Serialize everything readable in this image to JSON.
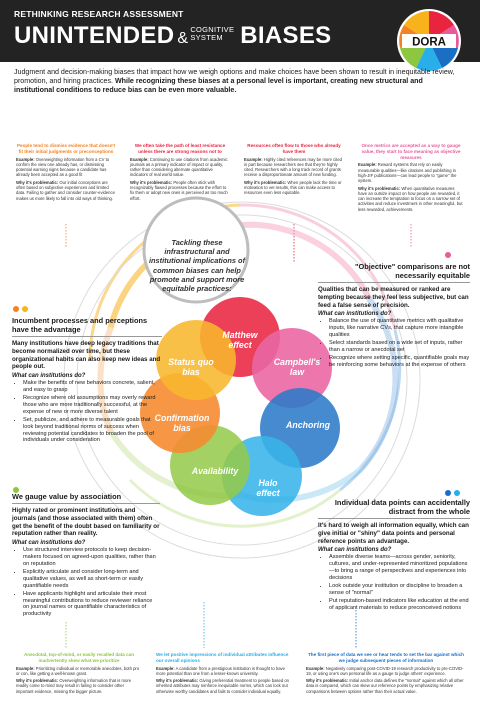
{
  "header": {
    "kicker": "RETHINKING RESEARCH ASSESSMENT",
    "title_left": "UNINTENDED",
    "amp": "&",
    "cs_line1": "COGNITIVE",
    "cs_line2": "SYSTEM",
    "title_right": "BIASES",
    "logo_text": "DORA"
  },
  "intro": {
    "normal": "Judgment and decision-making biases that impact how we weigh options and make choices have been shown to result in inequitable review, promotion, and hiring practices. ",
    "bold": "While recognizing these biases at a personal level is important, creating new structural and institutional conditions to reduce bias can be even more valuable."
  },
  "top_cards": [
    {
      "heading": "People tend to dismiss evidence that doesn't fit their initial judgments or preconceptions",
      "example_label": "Example:",
      "example": "Overweighting information from a CV to confirm the view one already has, or dismissing potential warning signs because a candidate has already been accepted as a good fit",
      "why_label": "Why it's problematic:",
      "why": "Our initial conceptions are often based on subjective experiences and limited data. Failing to gather and consider counter-evidence makes us more likely to fall into old ways of thinking."
    },
    {
      "heading": "We often take the path of least resistance unless there are strong reasons not to",
      "example_label": "Example:",
      "example": "Continuing to use citations from academic journals as a primary indicator of impact or quality, rather than considering alternate quantitative indicators of real world value.",
      "why_label": "Why it's problematic:",
      "why": "People often stick with recognizably flawed processes because the effort to fix them or adopt new ones is perceived as too much effort."
    },
    {
      "heading": "Resources often flow to those who already have them",
      "example_label": "Example:",
      "example": "Highly cited references may be more cited in part because researchers see that they're highly cited. Researchers with a long track record of grants receive a disproportionate amount of new funding.",
      "why_label": "Why it's problematic:",
      "why": "When people lack the time or motivation to vet results, this can make access to resources even less equitable."
    },
    {
      "heading": "Once metrics are accepted as a way to gauge value, they start to face meaning as objective measures",
      "example_label": "Example:",
      "example": "Reward systems that rely on easily measurable qualities—like citations and publishing in high-JIF publications—can lead people to \"game\" the system.",
      "why_label": "Why it's problematic:",
      "why": "When quantitative measures have an outsize impact on how people are rewarded, it can increase the temptation to focus on a narrow set of activities and reduce investment in other meaningful, but less rewarded, achievements."
    }
  ],
  "center_text": "Tackling these infrastructural and institutional implications of common biases can help promote and support more equitable practices:",
  "bubbles": {
    "matthew": "Matthew effect",
    "campbell": "Campbell's law",
    "anchoring": "Anchoring",
    "halo": "Halo effect",
    "availability": "Availability",
    "confirmation": "Confirmation bias",
    "status_quo": "Status quo bias"
  },
  "colors": {
    "matthew": "#e8243f",
    "campbell": "#e95a9b",
    "anchoring": "#1a6fc4",
    "halo": "#28aee8",
    "availability": "#8dc63f",
    "confirmation": "#f58220",
    "status_quo": "#f8b21c"
  },
  "left_incumbent": {
    "heading": "Incumbent processes and perceptions have the advantage",
    "bold": "Many institutions have deep legacy traditions that become normalized over time, but these organizational habits can also keep new ideas and people out.",
    "sub": "What can institutions do?",
    "items": [
      "Make the benefits of new behaviors concrete, salient, and easy to grasp",
      "Recognize where old assumptions may overly reward those who are more traditionally successful, at the expense of new or more diverse talent",
      "Set, publicize, and adhere to measurable goals that look beyond traditional norms of success when reviewing potential candidates to broaden the pool of individuals under consideration"
    ]
  },
  "left_value": {
    "heading": "We gauge value by association",
    "bold": "Highly rated or prominent institutions and journals (and those associated with them) often get the benefit of the doubt based on familiarity or reputation rather than reality.",
    "sub": "What can institutions do?",
    "items": [
      "Use structured interview protocols to keep decision-makers focused on agreed-upon qualities, rather than on reputation",
      "Explicitly articulate and consider long-term and qualitative values, as well as short-term or easily quantifiable needs",
      "Have applicants highlight and articulate their most meaningful contributions to reduce reviewer reliance on journal names or quantifiable characteristics of productivity"
    ]
  },
  "right_objective": {
    "heading": "\"Objective\" comparisons are not necessarily equitable",
    "bold": "Qualities that can be measured or ranked are tempting because they feel less subjective, but can feed a false sense of precision.",
    "sub": "What can institutions do?",
    "items": [
      "Balance the use of quantitative metrics with qualitative inputs, like narrative CVs, that capture more intangible qualities",
      "Select standards based on a wide set of inputs, rather than a narrow or anecdotal set",
      "Recognize where setting specific, quantifiable goals may be reinforcing some behaviors at the expense of others"
    ]
  },
  "right_individual": {
    "heading": "Individual data points can accidentally distract from the whole",
    "bold": "It's hard to weigh all information equally, which can give initial or \"shiny\" data points and personal reference points an advantage.",
    "sub": "What can institutions do?",
    "items": [
      "Assemble diverse teams—across gender, seniority, cultures, and under-represented minoritized populations—to bring a range of perspectives and experiences into decisions",
      "Look outside your institution or discipline to broaden a sense of \"normal\"",
      "Put reputation-based indicators like education at the end of applicant materials to reduce preconceived notions"
    ]
  },
  "bottom_cards": [
    {
      "heading": "Anecdotal, top-of-mind, or easily recalled data can inadvertently skew what we prioritize",
      "example_label": "Example:",
      "example": "Prioritizing individual or memorable anecdotes, both pro or con, like getting a well-known grant.",
      "why_label": "Why it's problematic:",
      "why": "Overweighting information that is more readily come to mind may result in failing to consider other important evidence, missing the bigger picture."
    },
    {
      "heading": "We let positive impressions of individual attributes influence our overall opinions",
      "example_label": "Example:",
      "example": "A candidate from a prestigious institution is thought to have more potential than one from a lesser-known university.",
      "why_label": "Why it's problematic:",
      "why": "Giving preferential treatment to people based on inherited attributes may reinforce inequitable norms, which can lock out otherwise worthy candidates and fails to consider individual equally."
    },
    {
      "heading": "The first piece of data we see or hear tends to set the bar against which we judge subsequent pieces of information",
      "example_label": "Example:",
      "example": "Negatively comparing post-COVID-19 research productivity to pre-COVID-19, or using one's own personal life as a gauge to judge others' experience.",
      "why_label": "Why it's problematic:",
      "why": "Initial anchor data defines the \"normal\" against which all other data is compared, which can skew our reference points by emphasizing relative comparisons between options rather than their actual value."
    }
  ]
}
